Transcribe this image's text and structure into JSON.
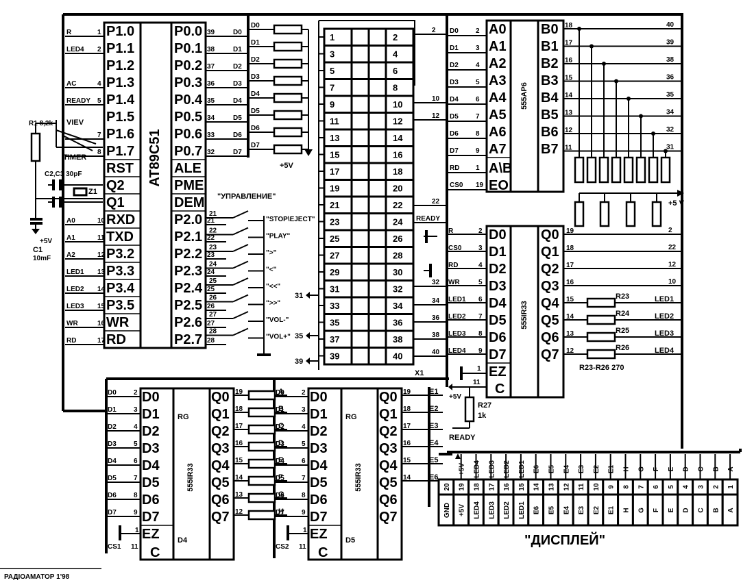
{
  "mcu": {
    "name": "AT89C51",
    "left_pins": [
      {
        "label": "P1.0",
        "net": "R",
        "num": "1"
      },
      {
        "label": "P1.1",
        "net": "LED4",
        "num": "2"
      },
      {
        "label": "P1.2",
        "net": "",
        "num": ""
      },
      {
        "label": "P1.3",
        "net": "AC",
        "num": "4"
      },
      {
        "label": "P1.4",
        "net": "READY",
        "num": "5"
      },
      {
        "label": "P1.5",
        "net": "",
        "num": ""
      },
      {
        "label": "P1.6",
        "net": "",
        "num": "7"
      },
      {
        "label": "P1.7",
        "net": "",
        "num": "8"
      },
      {
        "label": "RST",
        "net": "",
        "num": ""
      },
      {
        "label": "Q2",
        "net": "",
        "num": ""
      },
      {
        "label": "Q1",
        "net": "",
        "num": ""
      },
      {
        "label": "RXD",
        "net": "A0",
        "num": "10"
      },
      {
        "label": "TXD",
        "net": "A1",
        "num": "11"
      },
      {
        "label": "P3.2",
        "net": "A2",
        "num": "12"
      },
      {
        "label": "P3.3",
        "net": "LED1",
        "num": "13"
      },
      {
        "label": "P3.4",
        "net": "LED2",
        "num": "14"
      },
      {
        "label": "P3.5",
        "net": "LED3",
        "num": "15"
      },
      {
        "label": "WR",
        "net": "WR",
        "num": "16"
      },
      {
        "label": "RD",
        "net": "RD",
        "num": "17"
      }
    ],
    "right_pins": [
      {
        "label": "P0.0",
        "num": "39",
        "net": "D0"
      },
      {
        "label": "P0.1",
        "num": "38",
        "net": "D1"
      },
      {
        "label": "P0.2",
        "num": "37",
        "net": "D2"
      },
      {
        "label": "P0.3",
        "num": "36",
        "net": "D3"
      },
      {
        "label": "P0.4",
        "num": "35",
        "net": "D4"
      },
      {
        "label": "P0.5",
        "num": "34",
        "net": "D5"
      },
      {
        "label": "P0.6",
        "num": "33",
        "net": "D6"
      },
      {
        "label": "P0.7",
        "num": "32",
        "net": "D7"
      },
      {
        "label": "ALE",
        "num": "",
        "net": ""
      },
      {
        "label": "PME",
        "num": "",
        "net": ""
      },
      {
        "label": "DEM",
        "num": "",
        "net": ""
      },
      {
        "label": "P2.0",
        "num": "21",
        "net": ""
      },
      {
        "label": "P2.1",
        "num": "22",
        "net": ""
      },
      {
        "label": "P2.2",
        "num": "23",
        "net": ""
      },
      {
        "label": "P2.3",
        "num": "24",
        "net": ""
      },
      {
        "label": "P2.4",
        "num": "25",
        "net": ""
      },
      {
        "label": "P2.5",
        "num": "26",
        "net": ""
      },
      {
        "label": "P2.6",
        "num": "27",
        "net": ""
      },
      {
        "label": "P2.7",
        "num": "28",
        "net": ""
      }
    ]
  },
  "left_parts": {
    "r1": "R1 8,2k",
    "viev": "VIEV",
    "timer": "TIMER",
    "c2c3": "C2,C3 30pF",
    "z1": "Z1",
    "c1": "C1",
    "c1_val": "10mF",
    "plus5v": "+5V"
  },
  "pullups": {
    "nets": [
      "D0",
      "D1",
      "D2",
      "D3",
      "D4",
      "D5",
      "D6",
      "D7"
    ],
    "supply": "+5V"
  },
  "control": {
    "title": "\"УПРАВЛЕНИЕ\"",
    "buttons": [
      "\"STOP\\EJECT\"",
      "\"PLAY\"",
      "\">\"",
      "\"<\"",
      "\"<<\"",
      "\">>\"",
      "\"VOL-\"",
      "\"VOL+\""
    ],
    "pins": [
      "21",
      "22",
      "23",
      "24",
      "25",
      "26",
      "27",
      "28"
    ]
  },
  "x1": {
    "name": "X1",
    "rows": [
      [
        "1",
        "2"
      ],
      [
        "3",
        "4"
      ],
      [
        "5",
        "6"
      ],
      [
        "7",
        "8"
      ],
      [
        "9",
        "10"
      ],
      [
        "11",
        "12"
      ],
      [
        "13",
        "14"
      ],
      [
        "15",
        "16"
      ],
      [
        "17",
        "18"
      ],
      [
        "19",
        "20"
      ],
      [
        "21",
        "22"
      ],
      [
        "23",
        "24"
      ],
      [
        "25",
        "26"
      ],
      [
        "27",
        "28"
      ],
      [
        "29",
        "30"
      ],
      [
        "31",
        "32"
      ],
      [
        "33",
        "34"
      ],
      [
        "35",
        "36"
      ],
      [
        "37",
        "38"
      ],
      [
        "39",
        "40"
      ]
    ],
    "right_labels": [
      "2",
      "10",
      "12",
      "22",
      "READY",
      "32",
      "34",
      "36",
      "38",
      "40"
    ],
    "left_labels": [
      "31",
      "35",
      "39"
    ]
  },
  "u_ap6": {
    "name": "555AP6",
    "left": [
      {
        "net": "D0",
        "num": "2",
        "label": "A0"
      },
      {
        "net": "D1",
        "num": "3",
        "label": "A1"
      },
      {
        "net": "D2",
        "num": "4",
        "label": "A2"
      },
      {
        "net": "D3",
        "num": "5",
        "label": "A3"
      },
      {
        "net": "D4",
        "num": "6",
        "label": "A4"
      },
      {
        "net": "D5",
        "num": "7",
        "label": "A5"
      },
      {
        "net": "D6",
        "num": "8",
        "label": "A6"
      },
      {
        "net": "D7",
        "num": "9",
        "label": "A7"
      },
      {
        "net": "RD",
        "num": "1",
        "label": "A\\B"
      },
      {
        "net": "CS0",
        "num": "19",
        "label": "EO"
      }
    ],
    "right": [
      {
        "label": "B0",
        "num": "18",
        "dest": "40"
      },
      {
        "label": "B1",
        "num": "17",
        "dest": "39"
      },
      {
        "label": "B2",
        "num": "16",
        "dest": "38"
      },
      {
        "label": "B3",
        "num": "15",
        "dest": "36"
      },
      {
        "label": "B4",
        "num": "14",
        "dest": "35"
      },
      {
        "label": "B5",
        "num": "13",
        "dest": "34"
      },
      {
        "label": "B6",
        "num": "12",
        "dest": "32"
      },
      {
        "label": "B7",
        "num": "11",
        "dest": "31"
      }
    ],
    "supply": "+5 V"
  },
  "u_ir33_top": {
    "name": "555IR33",
    "left": [
      {
        "net": "R",
        "num": "2",
        "label": "D0"
      },
      {
        "net": "CS0",
        "num": "3",
        "label": "D1"
      },
      {
        "net": "RD",
        "num": "4",
        "label": "D2"
      },
      {
        "net": "WR",
        "num": "5",
        "label": "D3"
      },
      {
        "net": "LED1",
        "num": "6",
        "label": "D4"
      },
      {
        "net": "LED2",
        "num": "7",
        "label": "D5"
      },
      {
        "net": "LED3",
        "num": "8",
        "label": "D6"
      },
      {
        "net": "LED4",
        "num": "9",
        "label": "D7"
      }
    ],
    "ez_num": "1",
    "c_num": "11",
    "right": [
      {
        "label": "Q0",
        "num": "19",
        "dest": "2"
      },
      {
        "label": "Q1",
        "num": "18",
        "dest": "22"
      },
      {
        "label": "Q2",
        "num": "17",
        "dest": "12"
      },
      {
        "label": "Q3",
        "num": "16",
        "dest": "10"
      },
      {
        "label": "Q4",
        "num": "15",
        "res": "R23",
        "dest": "LED1"
      },
      {
        "label": "Q5",
        "num": "14",
        "res": "R24",
        "dest": "LED2"
      },
      {
        "label": "Q6",
        "num": "13",
        "res": "R25",
        "dest": "LED3"
      },
      {
        "label": "Q7",
        "num": "12",
        "res": "R26",
        "dest": "LED4"
      }
    ],
    "res_note": "R23-R26 270",
    "r27": "R27",
    "r27_val": "1k",
    "plus5v": "+5V",
    "ready": "READY"
  },
  "u_d4": {
    "name": "555IR33",
    "ref": "D4",
    "rg": "RG",
    "left": [
      [
        "D0",
        "2"
      ],
      [
        "D1",
        "3"
      ],
      [
        "D2",
        "4"
      ],
      [
        "D3",
        "5"
      ],
      [
        "D4",
        "6"
      ],
      [
        "D5",
        "7"
      ],
      [
        "D6",
        "8"
      ],
      [
        "D7",
        "9"
      ]
    ],
    "pins": [
      "D0",
      "D1",
      "D2",
      "D3",
      "D4",
      "D5",
      "D6",
      "D7"
    ],
    "q": [
      "Q0",
      "Q1",
      "Q2",
      "Q3",
      "Q4",
      "Q5",
      "Q6",
      "Q7"
    ],
    "qnum": [
      "19",
      "18",
      "17",
      "16",
      "15",
      "14",
      "13",
      "12"
    ],
    "dest": [
      "A",
      "B",
      "C",
      "D",
      "E",
      "F",
      "G",
      "H"
    ],
    "cs": "CS1",
    "cs_num": "11",
    "ez_num": "1"
  },
  "u_d5": {
    "name": "555IR33",
    "ref": "D5",
    "rg": "RG",
    "left": [
      [
        "D0",
        "2"
      ],
      [
        "D1",
        "3"
      ],
      [
        "D2",
        "4"
      ],
      [
        "D3",
        "5"
      ],
      [
        "D4",
        "6"
      ],
      [
        "D5",
        "7"
      ],
      [
        "D6",
        "8"
      ],
      [
        "D7",
        "9"
      ]
    ],
    "pins": [
      "D0",
      "D1",
      "D2",
      "D3",
      "D4",
      "D5",
      "D6",
      "D7"
    ],
    "q": [
      "Q0",
      "Q1",
      "Q2",
      "Q3",
      "Q4",
      "Q5",
      "Q6",
      "Q7"
    ],
    "qnum": [
      "19",
      "18",
      "17",
      "16",
      "15",
      "14",
      "",
      ""
    ],
    "dest": [
      "E1",
      "E2",
      "E3",
      "E4",
      "E5",
      "E6",
      "",
      ""
    ],
    "cs": "CS2",
    "cs_num": "11",
    "ez_num": "1"
  },
  "display": {
    "title": "\"ДИСПЛЕЙ\"",
    "nums": [
      "20",
      "19",
      "18",
      "17",
      "16",
      "15",
      "14",
      "13",
      "12",
      "11",
      "10",
      "9",
      "8",
      "7",
      "6",
      "5",
      "4",
      "3",
      "2",
      "1"
    ],
    "signals": [
      "GND",
      "+5V",
      "LED4",
      "LED3",
      "LED2",
      "LED1",
      "E6",
      "E5",
      "E4",
      "E3",
      "E2",
      "E1",
      "H",
      "G",
      "F",
      "E",
      "D",
      "C",
      "B",
      "A"
    ],
    "top": [
      "",
      "+5V",
      "LED4",
      "LED3",
      "LED2",
      "LED1",
      "E6",
      "E5",
      "E4",
      "E3",
      "E2",
      "E1",
      "H",
      "G",
      "F",
      "E",
      "D",
      "C",
      "B",
      "A"
    ]
  },
  "footer": "РАДІОАМАТОР 1'98"
}
